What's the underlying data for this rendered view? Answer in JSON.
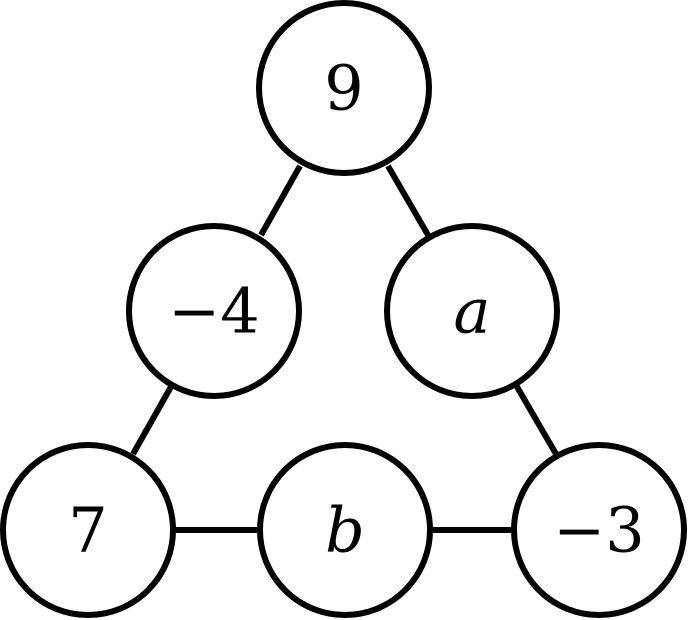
{
  "nodes": {
    "top": {
      "label": "9"
    },
    "left_mid": {
      "label": "−4"
    },
    "right_mid": {
      "label": "a"
    },
    "bottom_left": {
      "label": "7"
    },
    "bottom_mid": {
      "label": "b"
    },
    "bottom_right": {
      "label": "−3"
    }
  },
  "colors": {
    "stroke": "#000000",
    "fill": "#ffffff"
  }
}
